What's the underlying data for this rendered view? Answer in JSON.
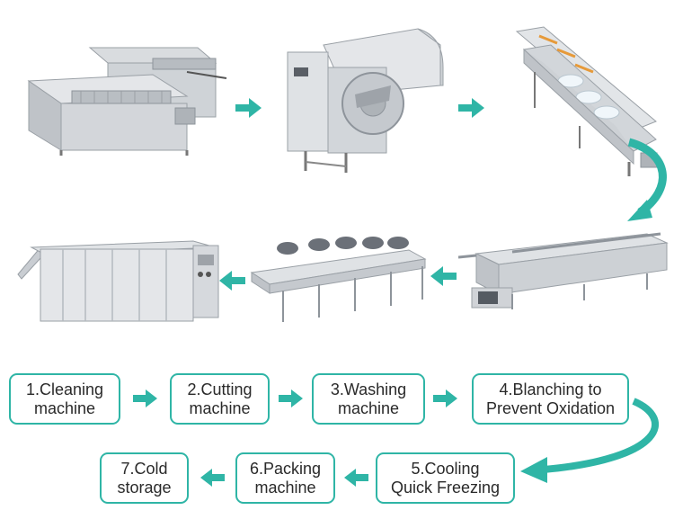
{
  "steps": [
    {
      "label": "1.Cleaning\nmachine"
    },
    {
      "label": "2.Cutting\nmachine"
    },
    {
      "label": "3.Washing\nmachine"
    },
    {
      "label": "4.Blanching to\nPrevent Oxidation"
    },
    {
      "label": "5.Cooling\nQuick Freezing"
    },
    {
      "label": "6.Packing\nmachine"
    },
    {
      "label": "7.Cold\nstorage"
    }
  ],
  "colors": {
    "accent": "#2fb5a6",
    "steel_light": "#e4e6e9",
    "steel_mid": "#c6cacf",
    "steel_dark": "#8e949b",
    "text": "#2a2a2a"
  },
  "icons": [
    "arrow-right-icon",
    "arrow-left-icon",
    "curved-arrow-down-icon"
  ]
}
